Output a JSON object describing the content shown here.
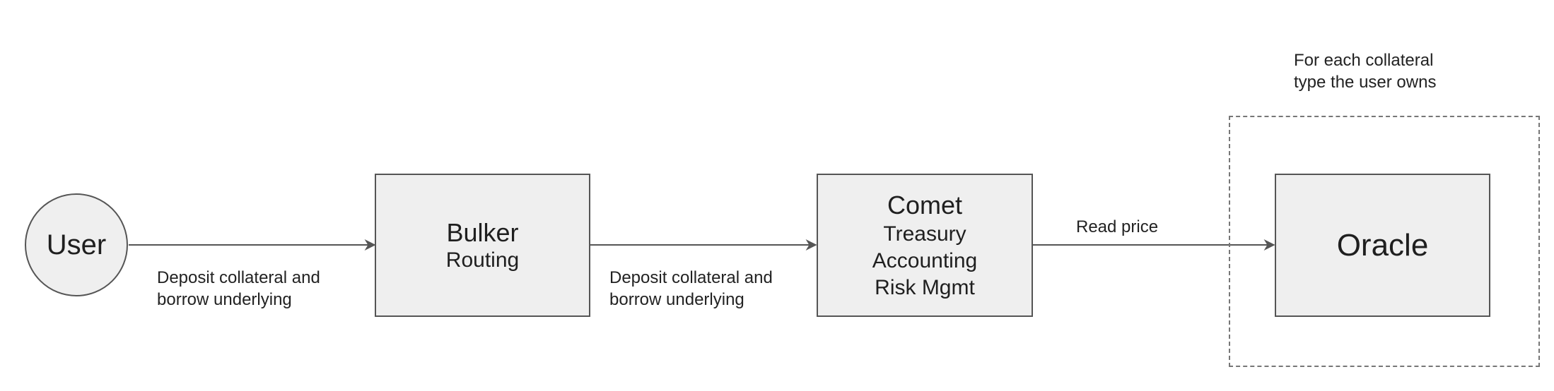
{
  "nodes": {
    "user": {
      "label": "User"
    },
    "bulker": {
      "title": "Bulker",
      "subtitle": "Routing"
    },
    "comet": {
      "title": "Comet",
      "lines": [
        "Treasury",
        "Accounting",
        "Risk Mgmt"
      ]
    },
    "oracle": {
      "label": "Oracle"
    }
  },
  "edges": {
    "user_to_bulker": {
      "label_lines": [
        "Deposit collateral and",
        "borrow underlying"
      ]
    },
    "bulker_to_comet": {
      "label_lines": [
        "Deposit collateral and",
        "borrow underlying"
      ]
    },
    "comet_to_oracle": {
      "label": "Read price"
    }
  },
  "group": {
    "label_lines": [
      "For each collateral",
      "type the user owns"
    ]
  },
  "caption": "",
  "colors": {
    "box_fill": "#efefef",
    "box_border": "#555555",
    "arrow": "#555555",
    "dashed_border": "#777777"
  }
}
